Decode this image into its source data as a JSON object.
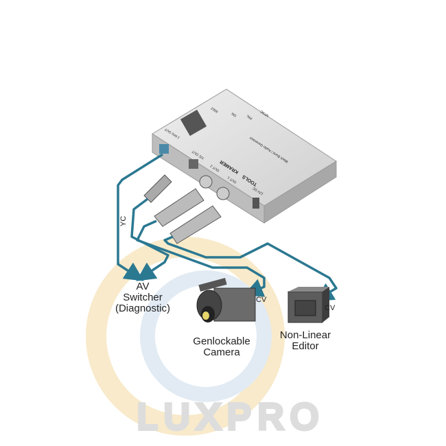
{
  "watermark": "LUXPRO",
  "device": {
    "brand": "KRAMER",
    "series": "TOOLS",
    "model": "6502",
    "description": "Black Burst / Audio Generator",
    "ports": [
      "OUT 1",
      "OUT 2",
      "Y/C OUT",
      "1 kHz OUT",
      "12V DC"
    ],
    "switch_labels": [
      "ON",
      "PAL",
      "NTSC"
    ]
  },
  "labels": {
    "yc": "YC",
    "av_switcher": [
      "AV",
      "Switcher",
      "(Diagnostic)"
    ],
    "camera": [
      "Genlockable",
      "Camera"
    ],
    "camera_cv": "CV",
    "editor": [
      "Non-Linear",
      "Editor"
    ],
    "editor_cv": "CV"
  },
  "colors": {
    "cable": "#2b7891",
    "device": "#d9d9d9",
    "watermark_ring": "#f6e2b4",
    "watermark_inner": "#d7e3ef"
  }
}
